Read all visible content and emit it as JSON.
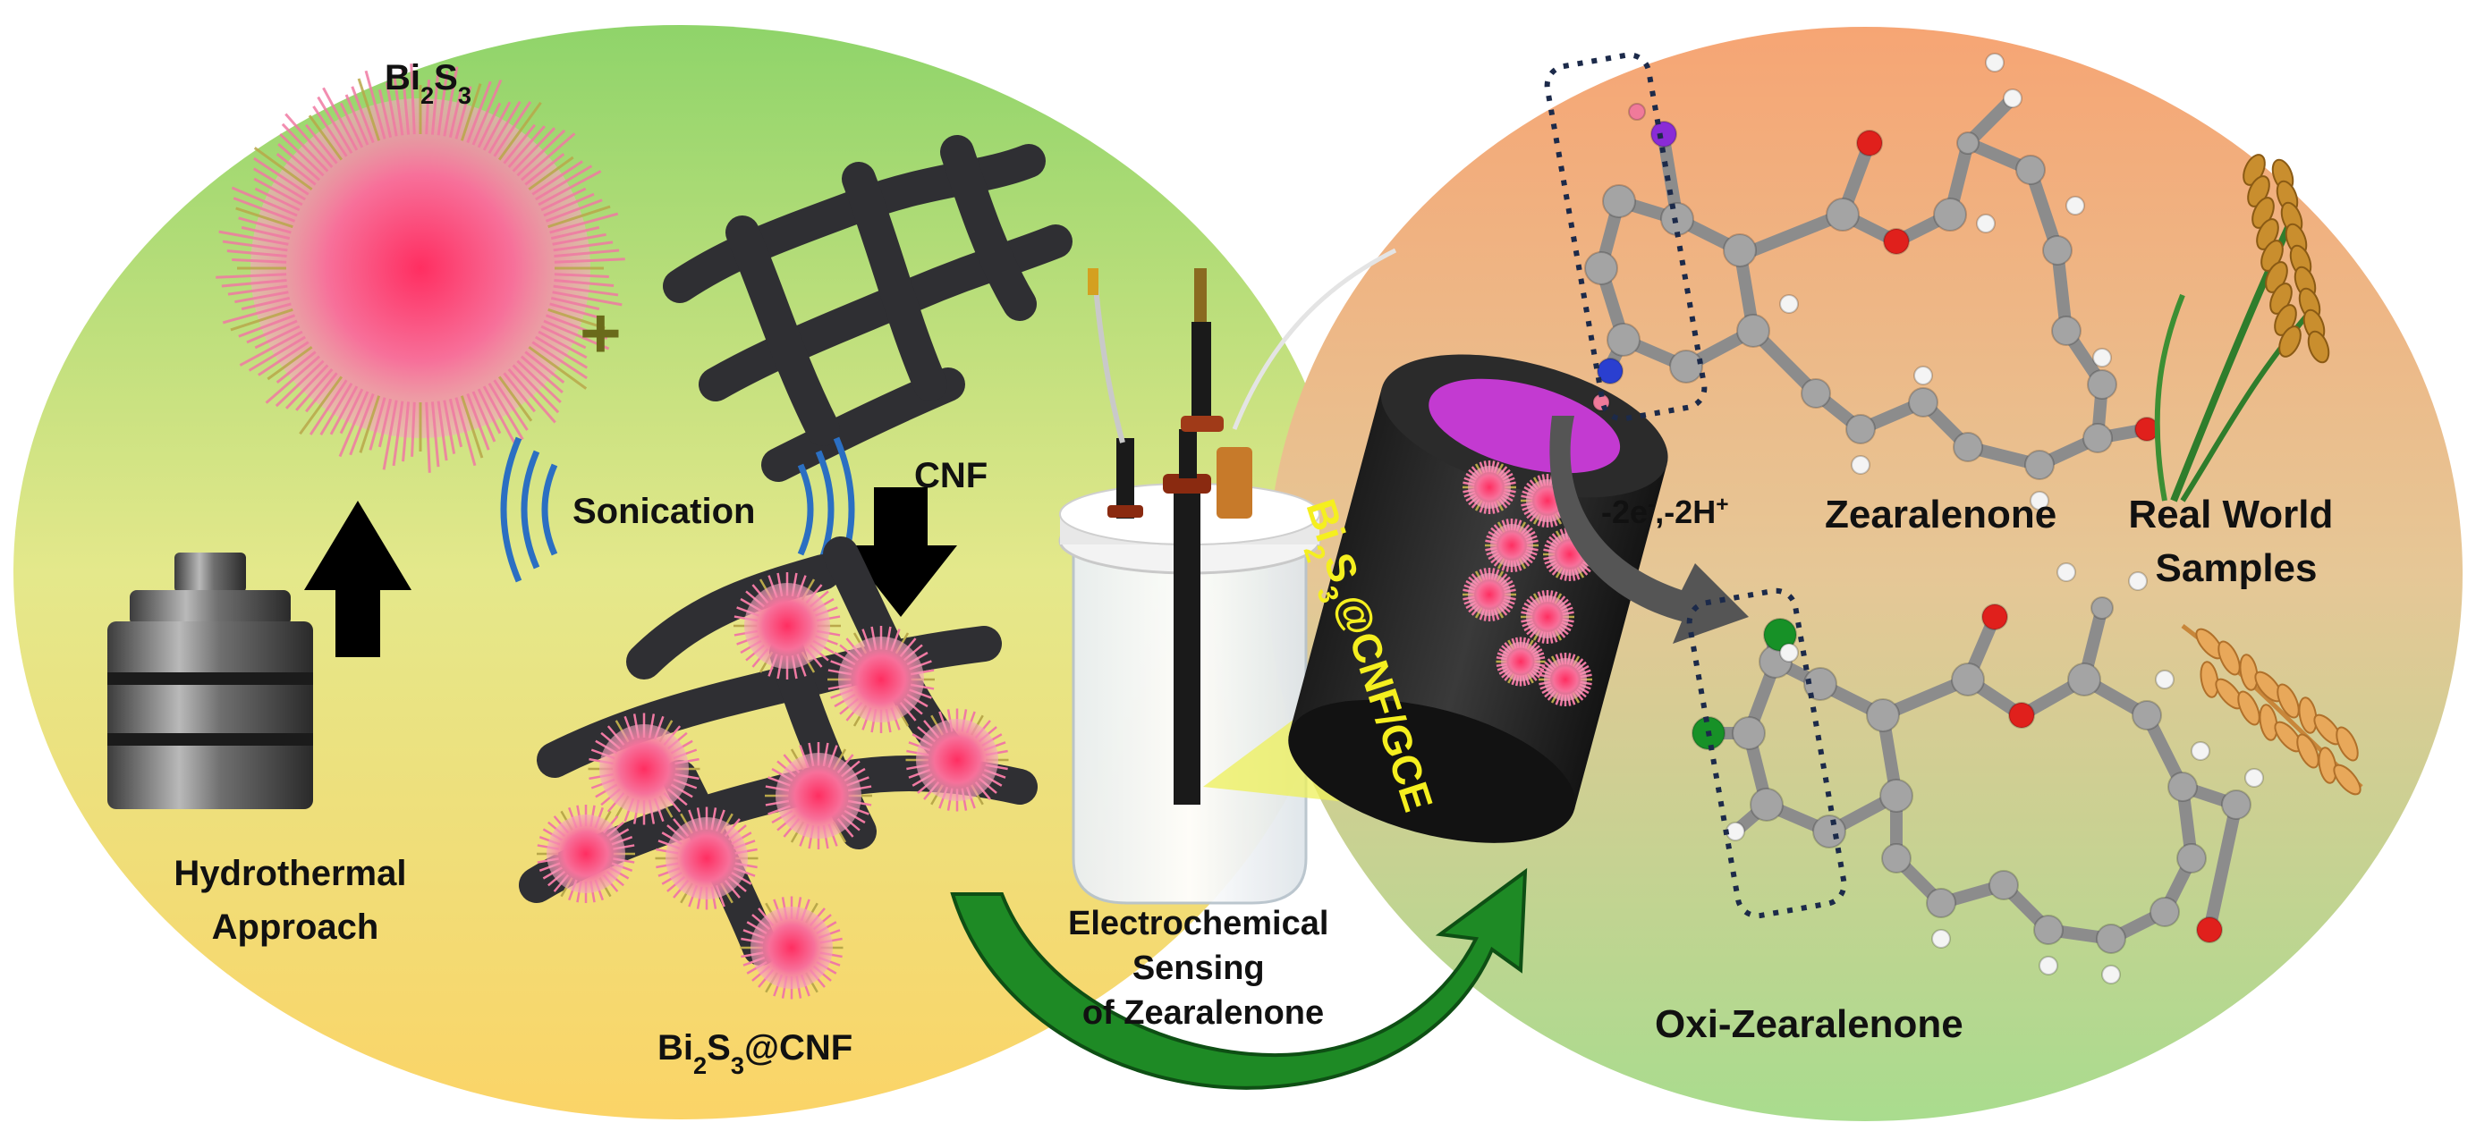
{
  "labels": {
    "bi2s3": {
      "base1": "Bi",
      "sub1": "2",
      "base2": "S",
      "sub2": "3"
    },
    "plus": "+",
    "cnf": "CNF",
    "sonication": "Sonication",
    "hydrothermal": {
      "line1": "Hydrothermal",
      "line2": "Approach"
    },
    "composite": {
      "base1": "Bi",
      "sub1": "2",
      "base2": "S",
      "sub2": "3",
      "tail": "@CNF"
    },
    "electrode_label": {
      "base1": "Bi",
      "sub1": "2",
      "base2": "S",
      "sub2": "3",
      "tail": "@CNF/GCE"
    },
    "sensing": {
      "line1": "Electrochemical",
      "line2": "Sensing",
      "line3": "of Zearalenone"
    },
    "reaction": {
      "part1": "-2e",
      "sup1": "-",
      "part2": ",-2H",
      "sup2": "+"
    },
    "zearalenone": "Zearalenone",
    "oxi_zearalenone": "Oxi-Zearalenone",
    "real_world": {
      "line1": "Real World",
      "line2": "Samples"
    }
  },
  "colors": {
    "left_top": "#8fd46a",
    "left_bottom": "#fbd467",
    "right_top": "#f6a574",
    "right_bottom": "#a9dc8e",
    "nanoflower": "#f0527f",
    "fiber": "#2f2f33",
    "arrow_green": "#1e8a25",
    "oxygen": "#e0201c",
    "nitrogen": "#2a3fd0",
    "iodine": "#8a2bd6",
    "chlorine": "#179127",
    "carbon": "#9a9a9a",
    "electrode_text": "#f5ef1f"
  }
}
